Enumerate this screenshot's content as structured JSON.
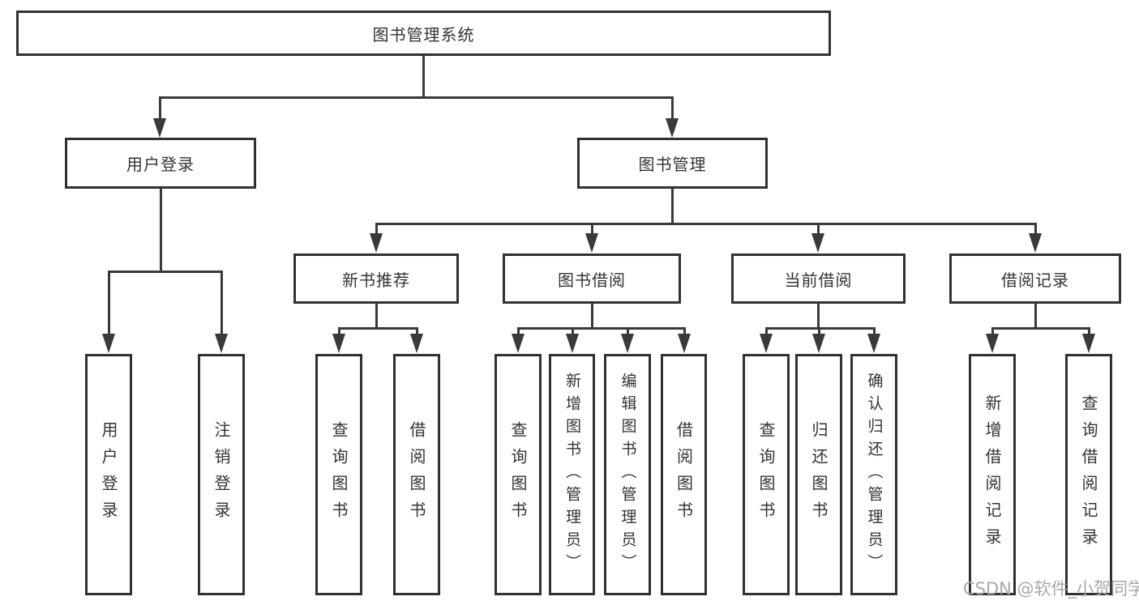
{
  "title": "图书管理系统",
  "nodes": {
    "user_login": "用户登录",
    "book_management": "图书管理",
    "new_book_recommend": "新书推荐",
    "book_borrowing": "图书借阅",
    "current_borrowing": "当前借阅",
    "borrow_records": "借阅记录",
    "leaf_user_login": "用户登录",
    "leaf_logout": "注销登录",
    "leaf_nb_query_books": "查询图书",
    "leaf_nb_borrow_books": "借阅图书",
    "leaf_bb_query_books": "查询图书",
    "leaf_bb_add_books": "新增图书（管理员）",
    "leaf_bb_edit_books": "编辑图书（管理员）",
    "leaf_bb_borrow_books": "借阅图书",
    "leaf_cb_query_books": "查询图书",
    "leaf_cb_return_books": "归还图书",
    "leaf_cb_confirm_return": "确认归还（管理员）",
    "leaf_br_add_record": "新增借阅记录",
    "leaf_br_query_record": "查询借阅记录"
  },
  "watermark": "CSDN @软件_小贺同学",
  "colors": {
    "line": "#3a3a3a",
    "border": "#313131",
    "text": "#333333",
    "watermark": "#a9a9a9",
    "background": "#ffffff"
  }
}
